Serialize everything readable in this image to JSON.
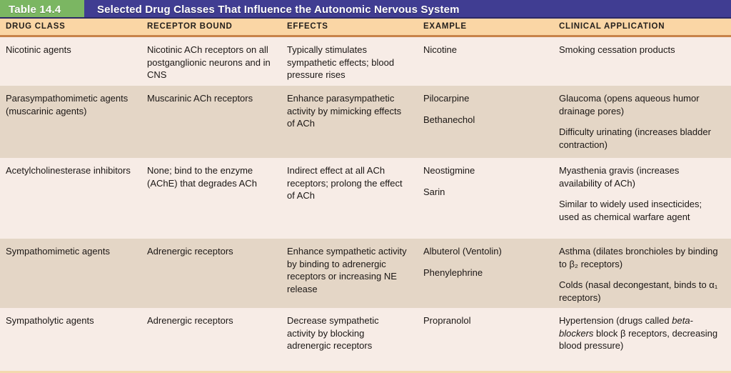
{
  "table": {
    "number_label": "Table 14.4",
    "title": "Selected Drug Classes That Influence the Autonomic Nervous System",
    "colors": {
      "number_badge": "#7bb662",
      "title_bar": "#403d92",
      "column_header": "#fad6a5",
      "header_rule": "#c8834a",
      "row_light": "#f7ece6",
      "row_dark": "#e4d6c6",
      "bottom_rule": "#f3d9ae"
    },
    "columns": [
      "DRUG CLASS",
      "RECEPTOR BOUND",
      "EFFECTS",
      "EXAMPLE",
      "CLINICAL APPLICATION"
    ],
    "rows": [
      {
        "drug_class": "Nicotinic agents",
        "receptor_bound": "Nicotinic ACh receptors on all postganglionic neurons and in CNS",
        "effects": "Typically stimulates sympathetic effects; blood pressure rises",
        "examples": [
          "Nicotine"
        ],
        "clinical_applications": [
          "Smoking cessation products"
        ]
      },
      {
        "drug_class": "Parasympathomimetic agents (muscarinic agents)",
        "receptor_bound": "Muscarinic ACh receptors",
        "effects": "Enhance parasympathetic activity by mimicking effects of ACh",
        "examples": [
          "Pilocarpine",
          "Bethanechol"
        ],
        "clinical_applications": [
          "Glaucoma (opens aqueous humor drainage pores)",
          "Difficulty urinating (increases bladder contraction)"
        ]
      },
      {
        "drug_class": "Acetylcholinesterase inhibitors",
        "receptor_bound": "None; bind to the enzyme (AChE) that degrades ACh",
        "effects": "Indirect effect at all ACh receptors; prolong the effect of ACh",
        "examples": [
          "Neostigmine",
          "Sarin"
        ],
        "clinical_applications": [
          "Myasthenia gravis (increases availability of ACh)",
          "Similar to widely used insecticides; used as chemical warfare agent"
        ]
      },
      {
        "drug_class": "Sympathomimetic agents",
        "receptor_bound": "Adrenergic receptors",
        "effects": "Enhance sympathetic activity by binding to adrenergic receptors or increasing NE release",
        "examples": [
          "Albuterol (Ventolin)",
          "Phenylephrine"
        ],
        "clinical_applications": [
          "Asthma (dilates bronchioles by binding to β₂ receptors)",
          "Colds (nasal decongestant, binds to α₁ receptors)"
        ]
      },
      {
        "drug_class": "Sympatholytic agents",
        "receptor_bound": "Adrenergic receptors",
        "effects": "Decrease sympathetic activity by blocking adrenergic receptors",
        "examples": [
          "Propranolol"
        ],
        "clinical_applications": [
          "Hypertension (drugs called beta-blockers block β receptors, decreasing blood pressure)"
        ],
        "clinical_application_italic_segment": "beta-blockers"
      }
    ]
  }
}
